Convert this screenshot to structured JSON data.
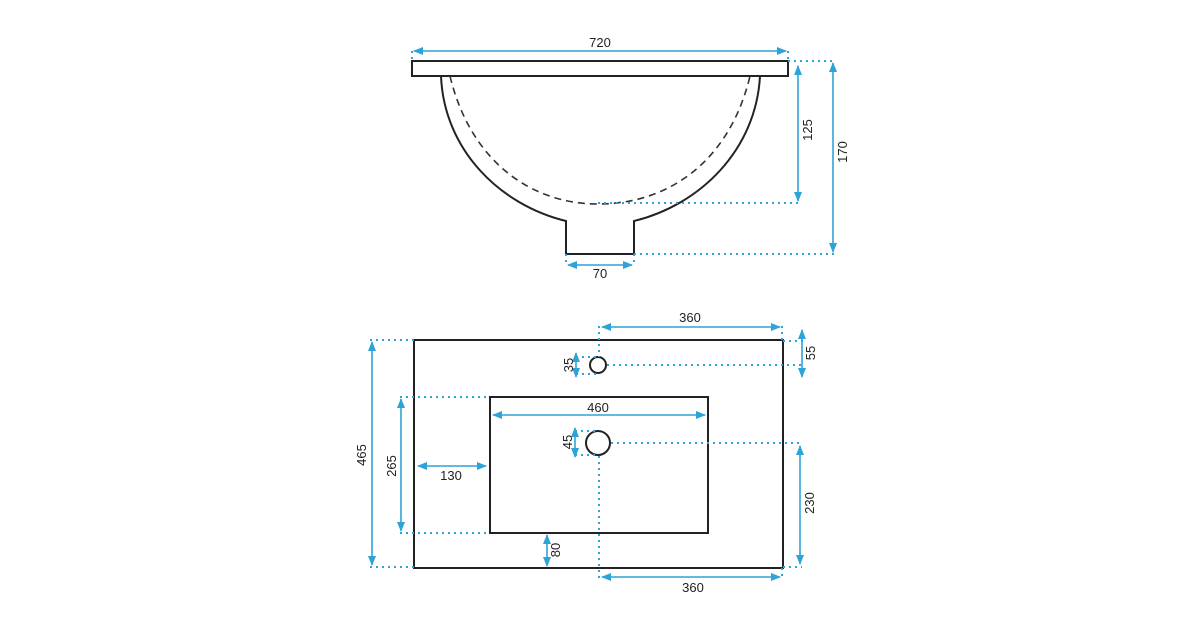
{
  "colors": {
    "dimension": "#2ea3d8",
    "outline": "#222222"
  },
  "side_view": {
    "width_label": "720",
    "basin_depth_label": "125",
    "total_height_label": "170",
    "drain_width_label": "70"
  },
  "top_view": {
    "tap_offset_top_label": "360",
    "tap_hole_from_back_label": "55",
    "tap_hole_diameter_label": "35",
    "total_depth_label": "465",
    "basin_depth_label": "265",
    "left_margin_label": "130",
    "basin_width_label": "460",
    "drain_diameter_label": "45",
    "front_margin_label": "80",
    "drain_from_front_label": "230",
    "drain_offset_bottom_label": "360"
  }
}
